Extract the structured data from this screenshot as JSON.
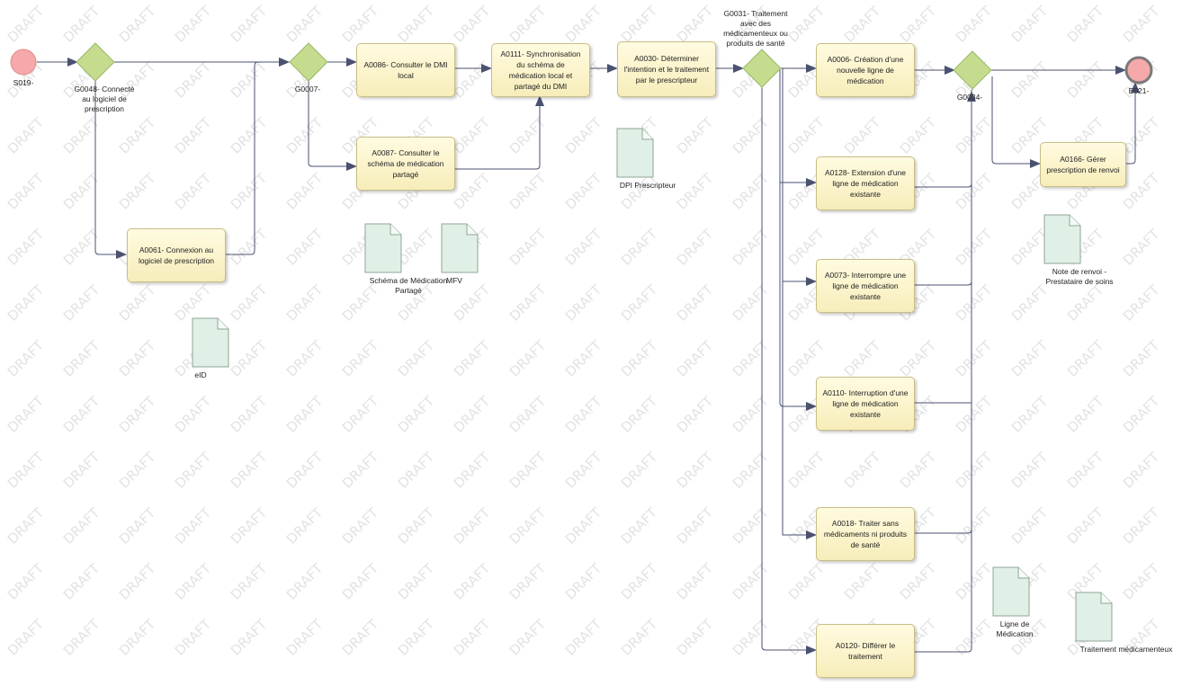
{
  "events": {
    "start": "S019-",
    "end": "E021-"
  },
  "gateways": {
    "g0048": "G0048- Connecté au logiciel de prescription",
    "g0007": "G0007-",
    "g0031": "G0031- Traitement avec des médicamenteux ou produits de santé",
    "g0034": "G0034-"
  },
  "tasks": {
    "a0086": "A0086- Consulter le DMI local",
    "a0087": "A0087- Consulter le schéma de médication partagé",
    "a0061": "A0061- Connexion au logiciel de prescription",
    "a0111": "A0111- Synchronisation du schéma de médication local et partagé du DMI",
    "a0030": "A0030- Déterminer l'intention et le traitement par le prescripteur",
    "a0006": "A0006- Création d'une nouvelle ligne de médication",
    "a0128": "A0128- Extension d'une ligne de médication existante",
    "a0073": "A0073- Interrompre une ligne de médication existante",
    "a0110": "A0110- Interruption d'une ligne de médication existante",
    "a0018": "A0018- Traiter sans médicaments ni produits de santé",
    "a0120": "A0120- Différer le traitement",
    "a0166": "A0166- Gérer prescription de renvoi"
  },
  "documents": {
    "eid": "eID",
    "schema": "Schéma de Médication Partagé",
    "mfv": "MFV",
    "dpi": "DPI Prescripteur",
    "note": "Note de renvoi - Prestataire de soins",
    "ligne": "Ligne de Médication",
    "traitement": "Traitement médicamenteux"
  },
  "watermark": "DRAFT",
  "colors": {
    "task_fill": "#f7edba",
    "gateway_fill": "#c5dc8e",
    "event_fill": "#f5a9aa",
    "document_fill": "#e1f0e6",
    "edge": "#4b5270"
  }
}
